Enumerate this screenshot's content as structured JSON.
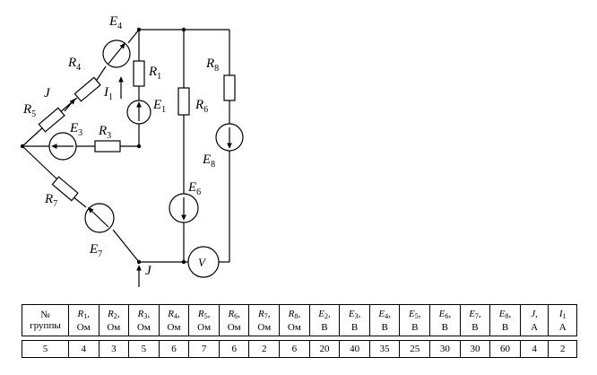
{
  "circuit": {
    "labels": {
      "E4": {
        "main": "E",
        "sub": "4"
      },
      "R4": {
        "main": "R",
        "sub": "4"
      },
      "J_left": {
        "main": "J",
        "sub": ""
      },
      "R5": {
        "main": "R",
        "sub": "5"
      },
      "E3": {
        "main": "E",
        "sub": "3"
      },
      "R3": {
        "main": "R",
        "sub": "3"
      },
      "R1": {
        "main": "R",
        "sub": "1"
      },
      "I1": {
        "main": "I",
        "sub": "1"
      },
      "E1": {
        "main": "E",
        "sub": "1"
      },
      "R6": {
        "main": "R",
        "sub": "6"
      },
      "R8": {
        "main": "R",
        "sub": "8"
      },
      "E8": {
        "main": "E",
        "sub": "8"
      },
      "E6": {
        "main": "E",
        "sub": "6"
      },
      "R7": {
        "main": "R",
        "sub": "7"
      },
      "E7": {
        "main": "E",
        "sub": "7"
      },
      "J_bottom": {
        "main": "J",
        "sub": ""
      }
    },
    "voltmeter": "V"
  },
  "table": {
    "header": [
      {
        "top": "№",
        "bottom": "группы"
      },
      {
        "sym": "R",
        "sub": "1",
        "suffix": ",",
        "bottom": "Ом"
      },
      {
        "sym": "R",
        "sub": "2",
        "suffix": ",",
        "bottom": "Ом"
      },
      {
        "sym": "R",
        "sub": "3",
        "suffix": ",",
        "bottom": "Ом"
      },
      {
        "sym": "R",
        "sub": "4",
        "suffix": ",",
        "bottom": "Ом"
      },
      {
        "sym": "R",
        "sub": "5",
        "suffix": ",",
        "bottom": "Ом"
      },
      {
        "sym": "R",
        "sub": "6",
        "suffix": ",",
        "bottom": "Ом"
      },
      {
        "sym": "R",
        "sub": "7",
        "suffix": ",",
        "bottom": "Ом"
      },
      {
        "sym": "R",
        "sub": "8",
        "suffix": ",",
        "bottom": "Ом"
      },
      {
        "sym": "E",
        "sub": "2",
        "suffix": ",",
        "bottom": "В"
      },
      {
        "sym": "E",
        "sub": "3",
        "suffix": ",",
        "bottom": "В"
      },
      {
        "sym": "E",
        "sub": "4",
        "suffix": ",",
        "bottom": "В"
      },
      {
        "sym": "E",
        "sub": "5",
        "suffix": ",",
        "bottom": "В"
      },
      {
        "sym": "E",
        "sub": "6",
        "suffix": ",",
        "bottom": "В"
      },
      {
        "sym": "E",
        "sub": "7",
        "suffix": ",",
        "bottom": "В"
      },
      {
        "sym": "E",
        "sub": "8",
        "suffix": ",",
        "bottom": "В"
      },
      {
        "sym": "J",
        "sub": "",
        "suffix": ",",
        "bottom": "А"
      },
      {
        "sym": "I",
        "sub": "1",
        "suffix": "",
        "bottom": "А"
      }
    ],
    "values": [
      "5",
      "4",
      "3",
      "5",
      "6",
      "7",
      "6",
      "2",
      "6",
      "20",
      "40",
      "35",
      "25",
      "30",
      "30",
      "60",
      "4",
      "2"
    ]
  }
}
